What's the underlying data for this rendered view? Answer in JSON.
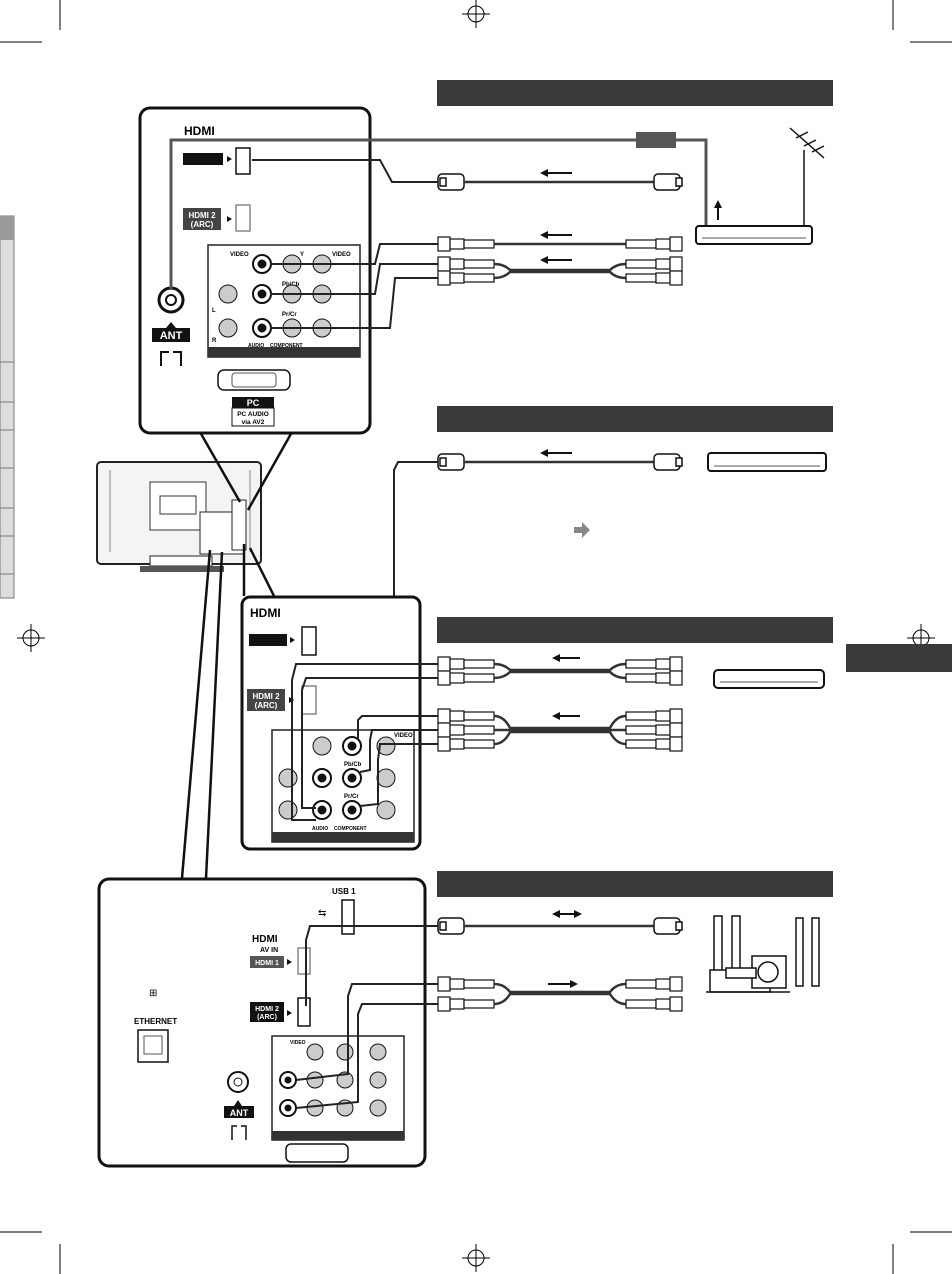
{
  "labels": {
    "hdmi_logo": "HDMI",
    "hdmi2_arc_line1": "HDMI 2",
    "hdmi2_arc_line2": "(ARC)",
    "hdmi1": "HDMI 1",
    "video": "VIDEO",
    "y": "Y",
    "pb_cb": "Pb/Cb",
    "pr_cr": "Pr/Cr",
    "l": "L",
    "r": "R",
    "audio": "AUDIO",
    "component": "COMPONENT",
    "ant": "ANT",
    "pc": "PC",
    "pc_audio_line1": "PC AUDIO",
    "pc_audio_line2": "via AV2",
    "usb1": "USB 1",
    "av_in": "AV IN",
    "ethernet": "ETHERNET"
  },
  "colors": {
    "bar": "#3a3a3a",
    "cable": "#555555"
  }
}
